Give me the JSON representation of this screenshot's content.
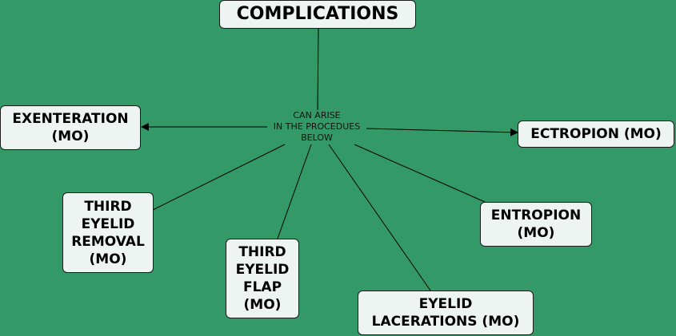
{
  "diagram": {
    "title": "COMPLICATIONS",
    "link_label": "CAN ARISE\nIN THE PROCEDUES\nBELOW",
    "nodes": {
      "exenteration": "EXENTERATION\n(MO)",
      "ectropion": "ECTROPION (MO)",
      "third_eyelid_removal": "THIRD\nEYELID\nREMOVAL\n(MO)",
      "third_eyelid_flap": "THIRD\nEYELID\nFLAP\n(MO)",
      "entropion": "ENTROPION\n(MO)",
      "eyelid_lacerations": "EYELID\nLACERATIONS (MO)"
    }
  },
  "colors": {
    "background": "#339966",
    "node_fill": "#eef4f2",
    "line": "#000000"
  }
}
